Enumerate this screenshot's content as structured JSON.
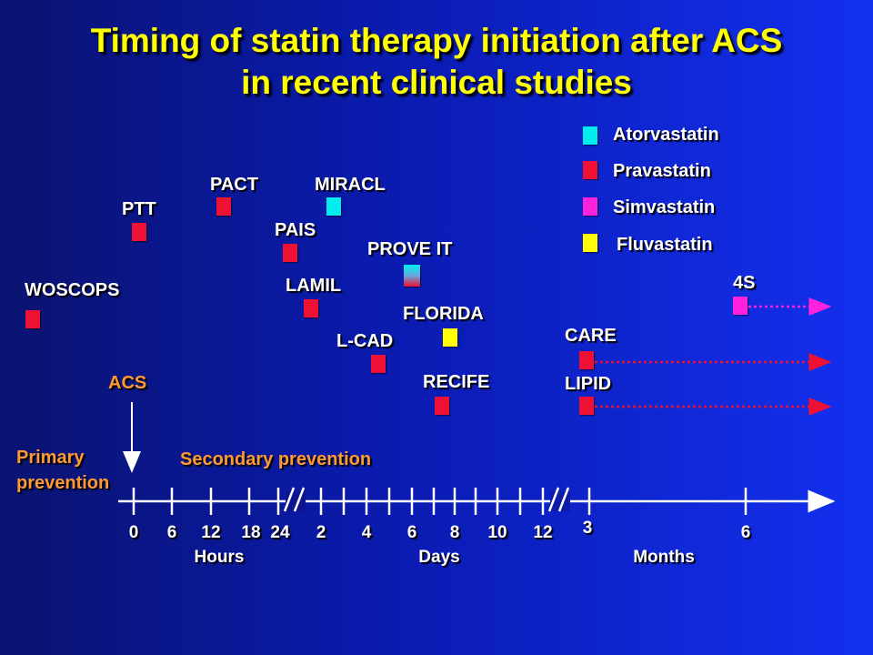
{
  "title_line1": "Timing of statin therapy initiation after ACS",
  "title_line2": "in recent clinical studies",
  "colors": {
    "atorvastatin": "#00eeee",
    "pravastatin": "#ee1133",
    "simvastatin": "#ff22dd",
    "fluvastatin": "#ffff00",
    "title": "#ffff00",
    "orange_label": "#ff9a33"
  },
  "legend": [
    {
      "label": "Atorvastatin",
      "color": "#00eeee"
    },
    {
      "label": "Pravastatin",
      "color": "#ee1133"
    },
    {
      "label": "Simvastatin",
      "color": "#ff22dd"
    },
    {
      "label": "Fluvastatin",
      "color": "#ffff00"
    }
  ],
  "studies": {
    "woscops": "WOSCOPS",
    "ptt": "PTT",
    "pact": "PACT",
    "miracl": "MIRACL",
    "pais": "PAIS",
    "prove_it": "PROVE IT",
    "lamil": "LAMIL",
    "florida": "FLORIDA",
    "lcad": "L-CAD",
    "recife": "RECIFE",
    "care": "CARE",
    "lipid": "LIPID",
    "four_s": "4S"
  },
  "acs_label": "ACS",
  "primary_prevention_line1": "Primary",
  "primary_prevention_line2": "prevention",
  "secondary_prevention": "Secondary prevention",
  "timeline": {
    "hours_ticks": [
      "0",
      "6",
      "12",
      "18",
      "24"
    ],
    "days_ticks": [
      "2",
      "4",
      "6",
      "8",
      "10",
      "12"
    ],
    "months_ticks": [
      "3",
      "6"
    ],
    "unit_hours": "Hours",
    "unit_days": "Days",
    "unit_months": "Months"
  }
}
